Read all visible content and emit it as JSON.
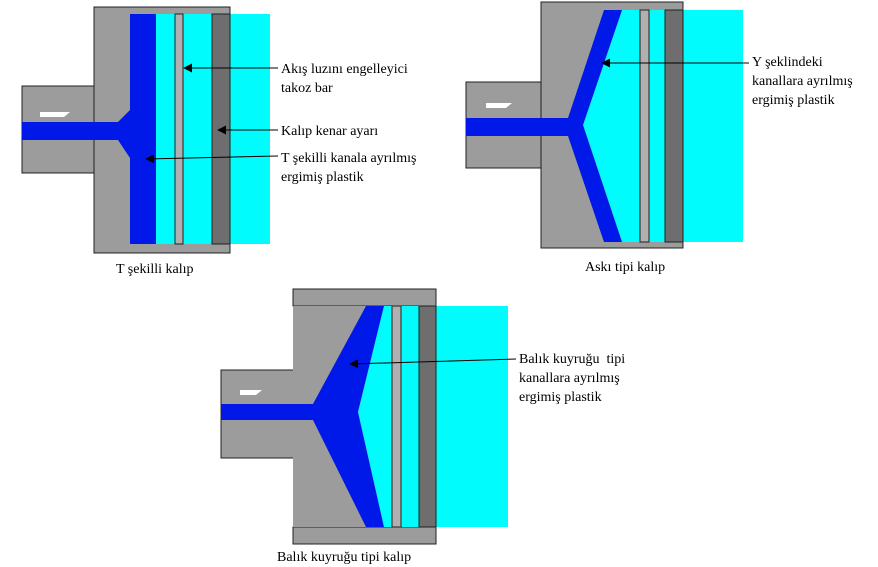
{
  "colors": {
    "mold_gray": "#9c9c9c",
    "mold_dark": "#6e6e6e",
    "plastic_blue": "#0018e8",
    "melt_cyan": "#00fcfc",
    "outline": "#202020",
    "arrow": "#000000"
  },
  "t_die": {
    "caption": "T şekilli kalıp",
    "label_bar_line1": "Akış luzını engelleyici",
    "label_bar_line2": "takoz bar",
    "label_lip": "Kalıp kenar ayarı",
    "label_channel_line1": "T şekilli kanala ayrılmış",
    "label_channel_line2": "ergimiş plastik"
  },
  "coat_hanger_die": {
    "caption": "Askı tipi kalıp",
    "label_line1": "Y şeklindeki",
    "label_line2": "kanallara ayrılmış",
    "label_line3": "ergimiş plastik"
  },
  "fishtail_die": {
    "caption": "Balık kuyruğu tipi kalıp",
    "label_line1": "Balık kuyruğu  tipi",
    "label_line2": "kanallara ayrılmış",
    "label_line3": "ergimiş plastik"
  }
}
